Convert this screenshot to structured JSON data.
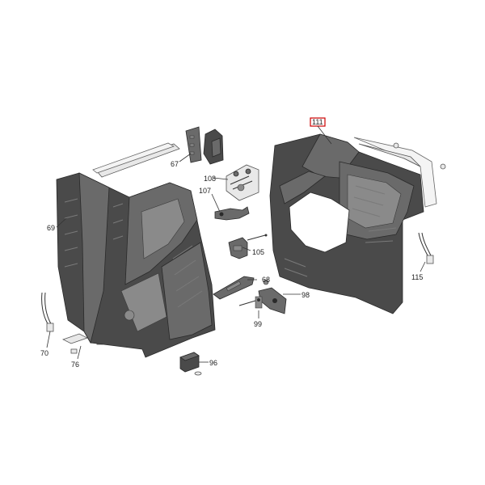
{
  "callouts": {
    "c111": "111",
    "c67": "67",
    "c108": "108",
    "c107": "107",
    "c69": "69",
    "c105": "105",
    "c68": "68",
    "c98": "98",
    "c99": "99",
    "c96": "96",
    "c76": "76",
    "c70": "70",
    "c115": "115"
  },
  "highlight_color": "#cc0000"
}
